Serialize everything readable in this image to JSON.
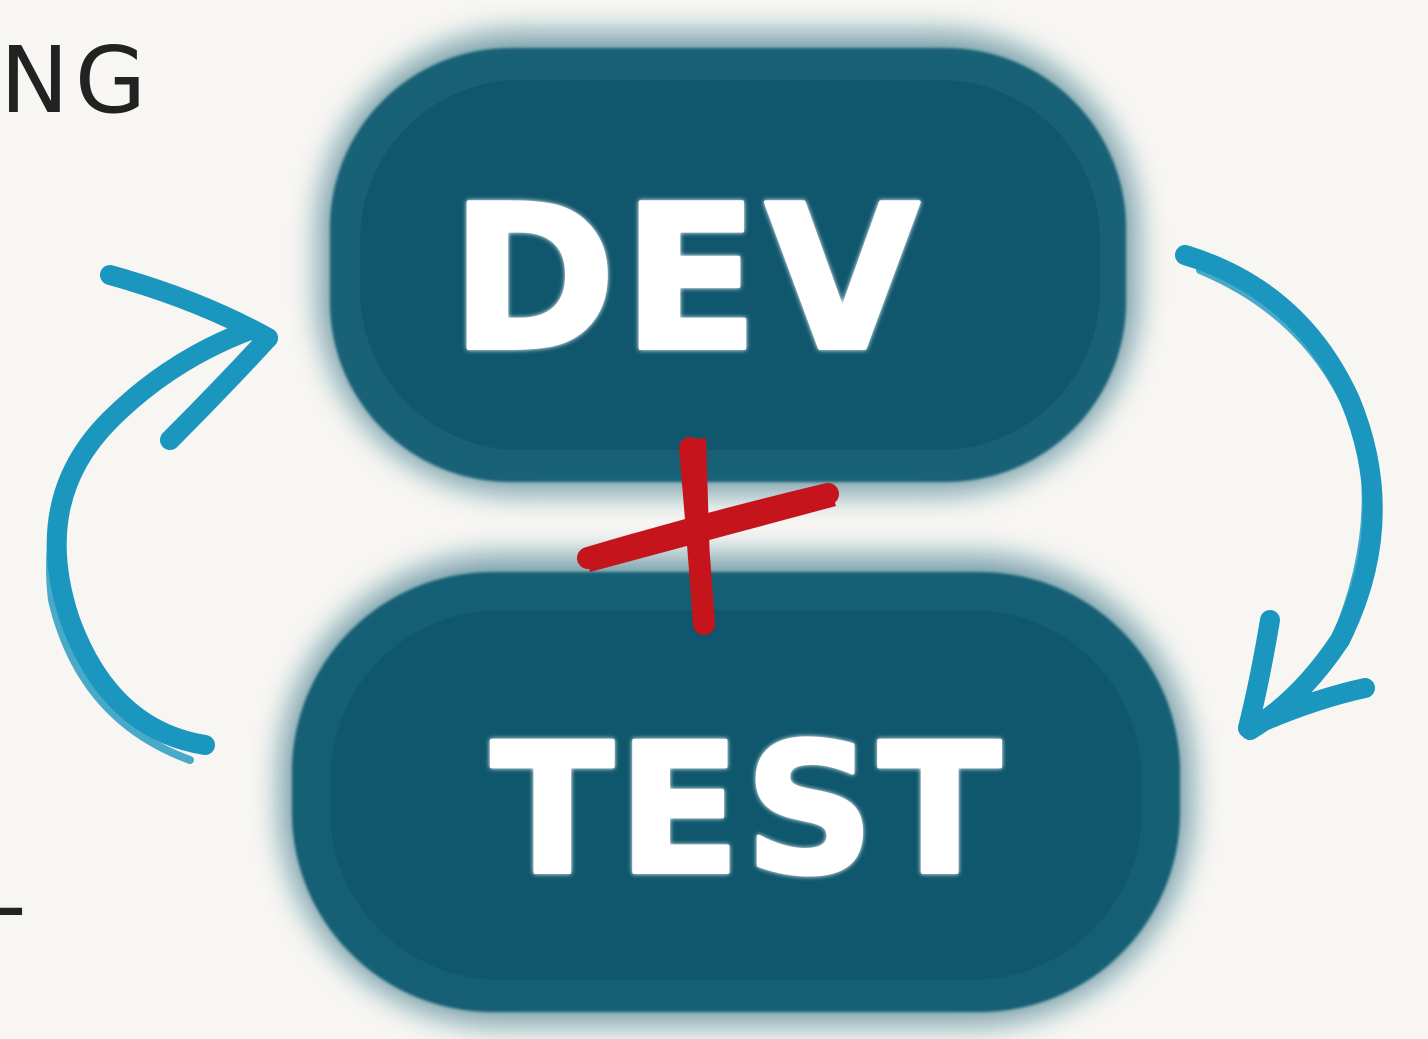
{
  "blocks": {
    "top_label": "DEV",
    "bottom_label": "TEST",
    "plus_symbol": "+"
  },
  "fragments": {
    "top_left": "NG",
    "bottom_left": "-"
  },
  "colors": {
    "background": "#f7f6f3",
    "block_fill": "#0d5a70",
    "block_text": "#ffffff",
    "arrow": "#1b96be",
    "plus": "#c5141c",
    "ink": "#222222"
  },
  "icons": {
    "cycle_arrows": [
      "curved-arrow-up-icon",
      "curved-arrow-down-icon"
    ]
  }
}
